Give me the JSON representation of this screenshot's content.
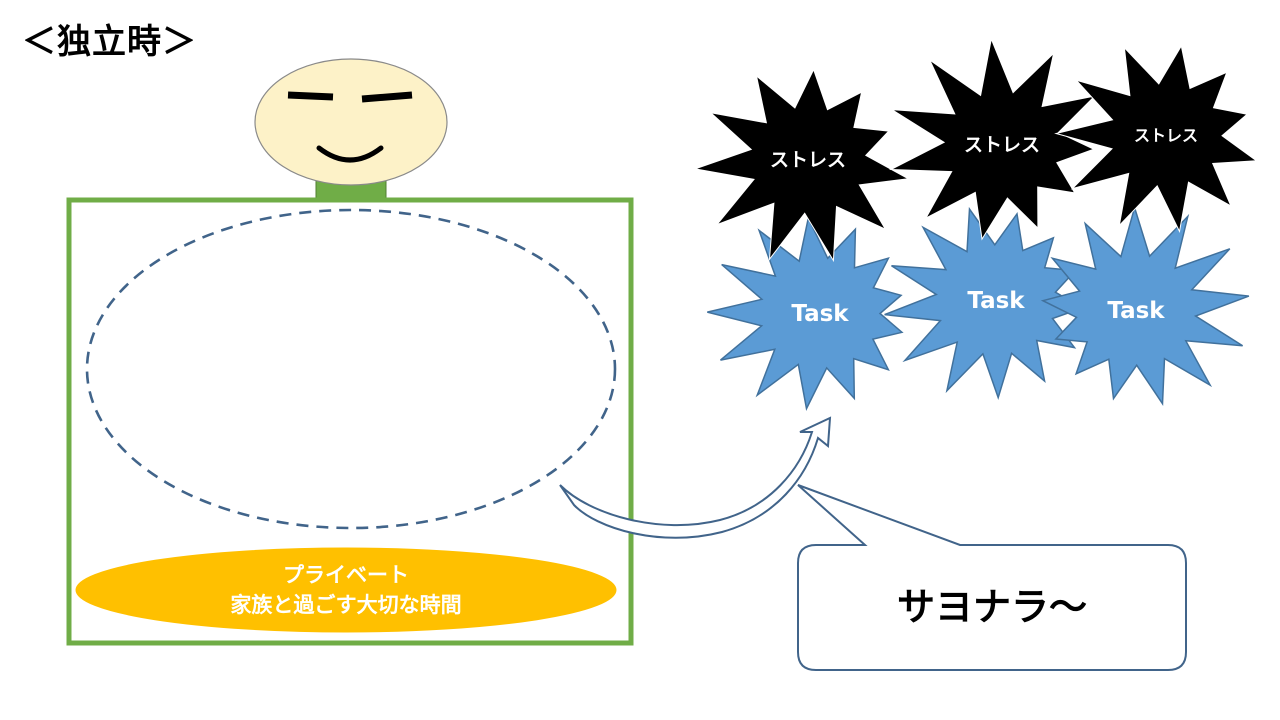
{
  "title": "＜独立時＞",
  "private_area": {
    "line1": "プライベート",
    "line2": "家族と過ごす大切な時間"
  },
  "stress_bursts": [
    {
      "label": "ストレス"
    },
    {
      "label": "ストレス"
    },
    {
      "label": "ストレス"
    }
  ],
  "task_bursts": [
    {
      "label": "Task"
    },
    {
      "label": "Task"
    },
    {
      "label": "Task"
    }
  ],
  "callout": {
    "text": "サヨナラ～"
  },
  "colors": {
    "frame_green": "#70ad47",
    "neck_green": "#70ad47",
    "face_fill": "#fdf2c8",
    "ellipse_dash": "#41648a",
    "private_fill": "#ffc000",
    "stress_fill": "#000000",
    "task_fill": "#5b9bd5",
    "task_stroke": "#41719c",
    "arrow_stroke": "#41648a",
    "callout_stroke": "#41648a"
  }
}
